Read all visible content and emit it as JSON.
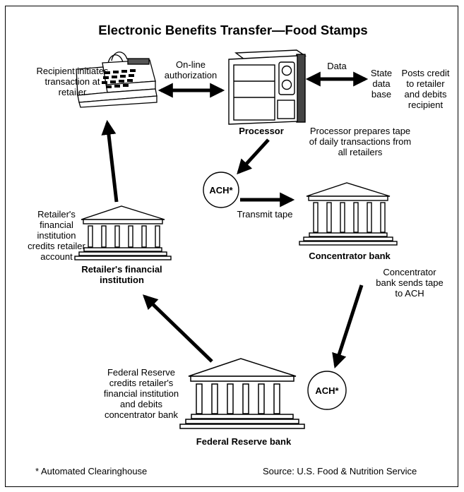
{
  "title": "Electronic Benefits Transfer—Food Stamps",
  "nodes": {
    "recipient_text": [
      "Recipient initiates",
      "transaction at",
      "retailer"
    ],
    "online_auth": [
      "On-line",
      "authorization"
    ],
    "processor_label": "Processor",
    "processor_note": [
      "Processor prepares tape",
      "of daily transactions from",
      "all retailers"
    ],
    "data_label": "Data",
    "state_db": [
      "State",
      "data",
      "base"
    ],
    "posts_credit": [
      "Posts credit",
      "to retailer",
      "and debits",
      "recipient"
    ],
    "ach_top": "ACH*",
    "transmit_tape": "Transmit tape",
    "concentrator_label": "Concentrator bank",
    "concentrator_note": [
      "Concentrator",
      "bank sends tape",
      "to ACH"
    ],
    "ach_bottom": "ACH*",
    "retailer_fi_note": [
      "Retailer's",
      "financial",
      "institution",
      "credits retailer",
      "account"
    ],
    "retailer_fi_label": [
      "Retailer's financial",
      "institution"
    ],
    "fed_note": [
      "Federal Reserve",
      "credits retailer's",
      "financial institution",
      "and debits",
      "concentrator bank"
    ],
    "fed_label": "Federal Reserve bank"
  },
  "footer": {
    "footnote": "* Automated Clearinghouse",
    "source": "Source:  U.S. Food & Nutrition Service"
  }
}
